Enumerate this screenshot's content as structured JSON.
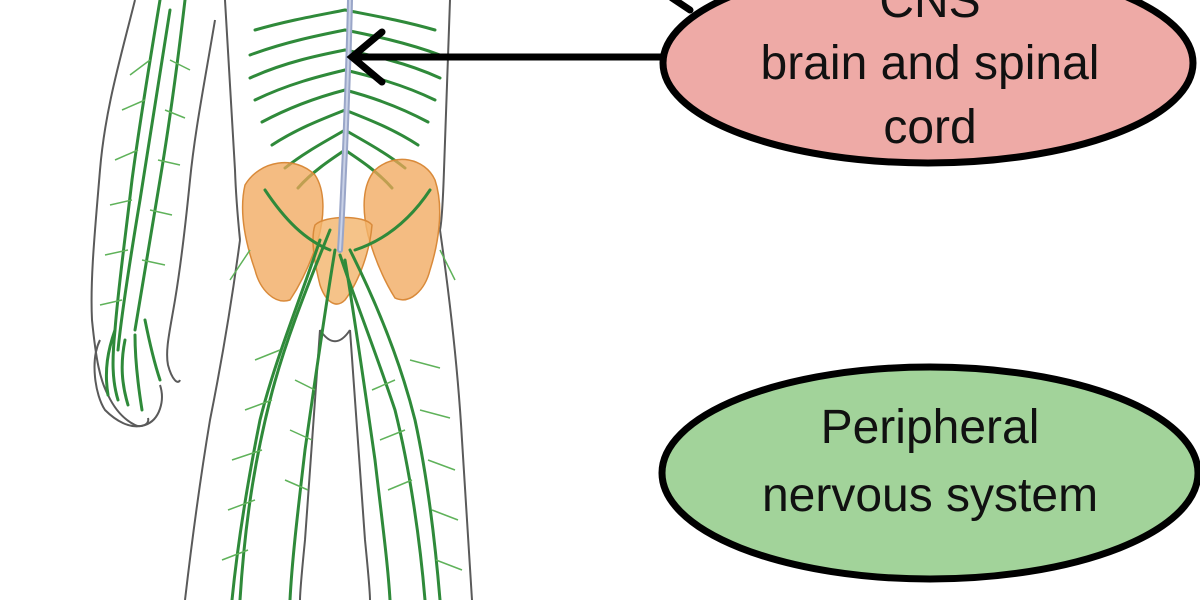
{
  "colors": {
    "cns_fill": "#eeaaa6",
    "pns_fill": "#a2d39a",
    "outline": "#000000",
    "nerve": "#2f8a3a",
    "nerve_light": "#5fb25a",
    "spine": "#9aa6c8",
    "pelvis": "#f0a558",
    "skin_outline": "#5a5a5a"
  },
  "labels": {
    "cns": {
      "line1": "CNS",
      "line2": "brain and spinal",
      "line3": "cord"
    },
    "pns": {
      "line1": "Peripheral",
      "line2": "nervous system"
    }
  }
}
